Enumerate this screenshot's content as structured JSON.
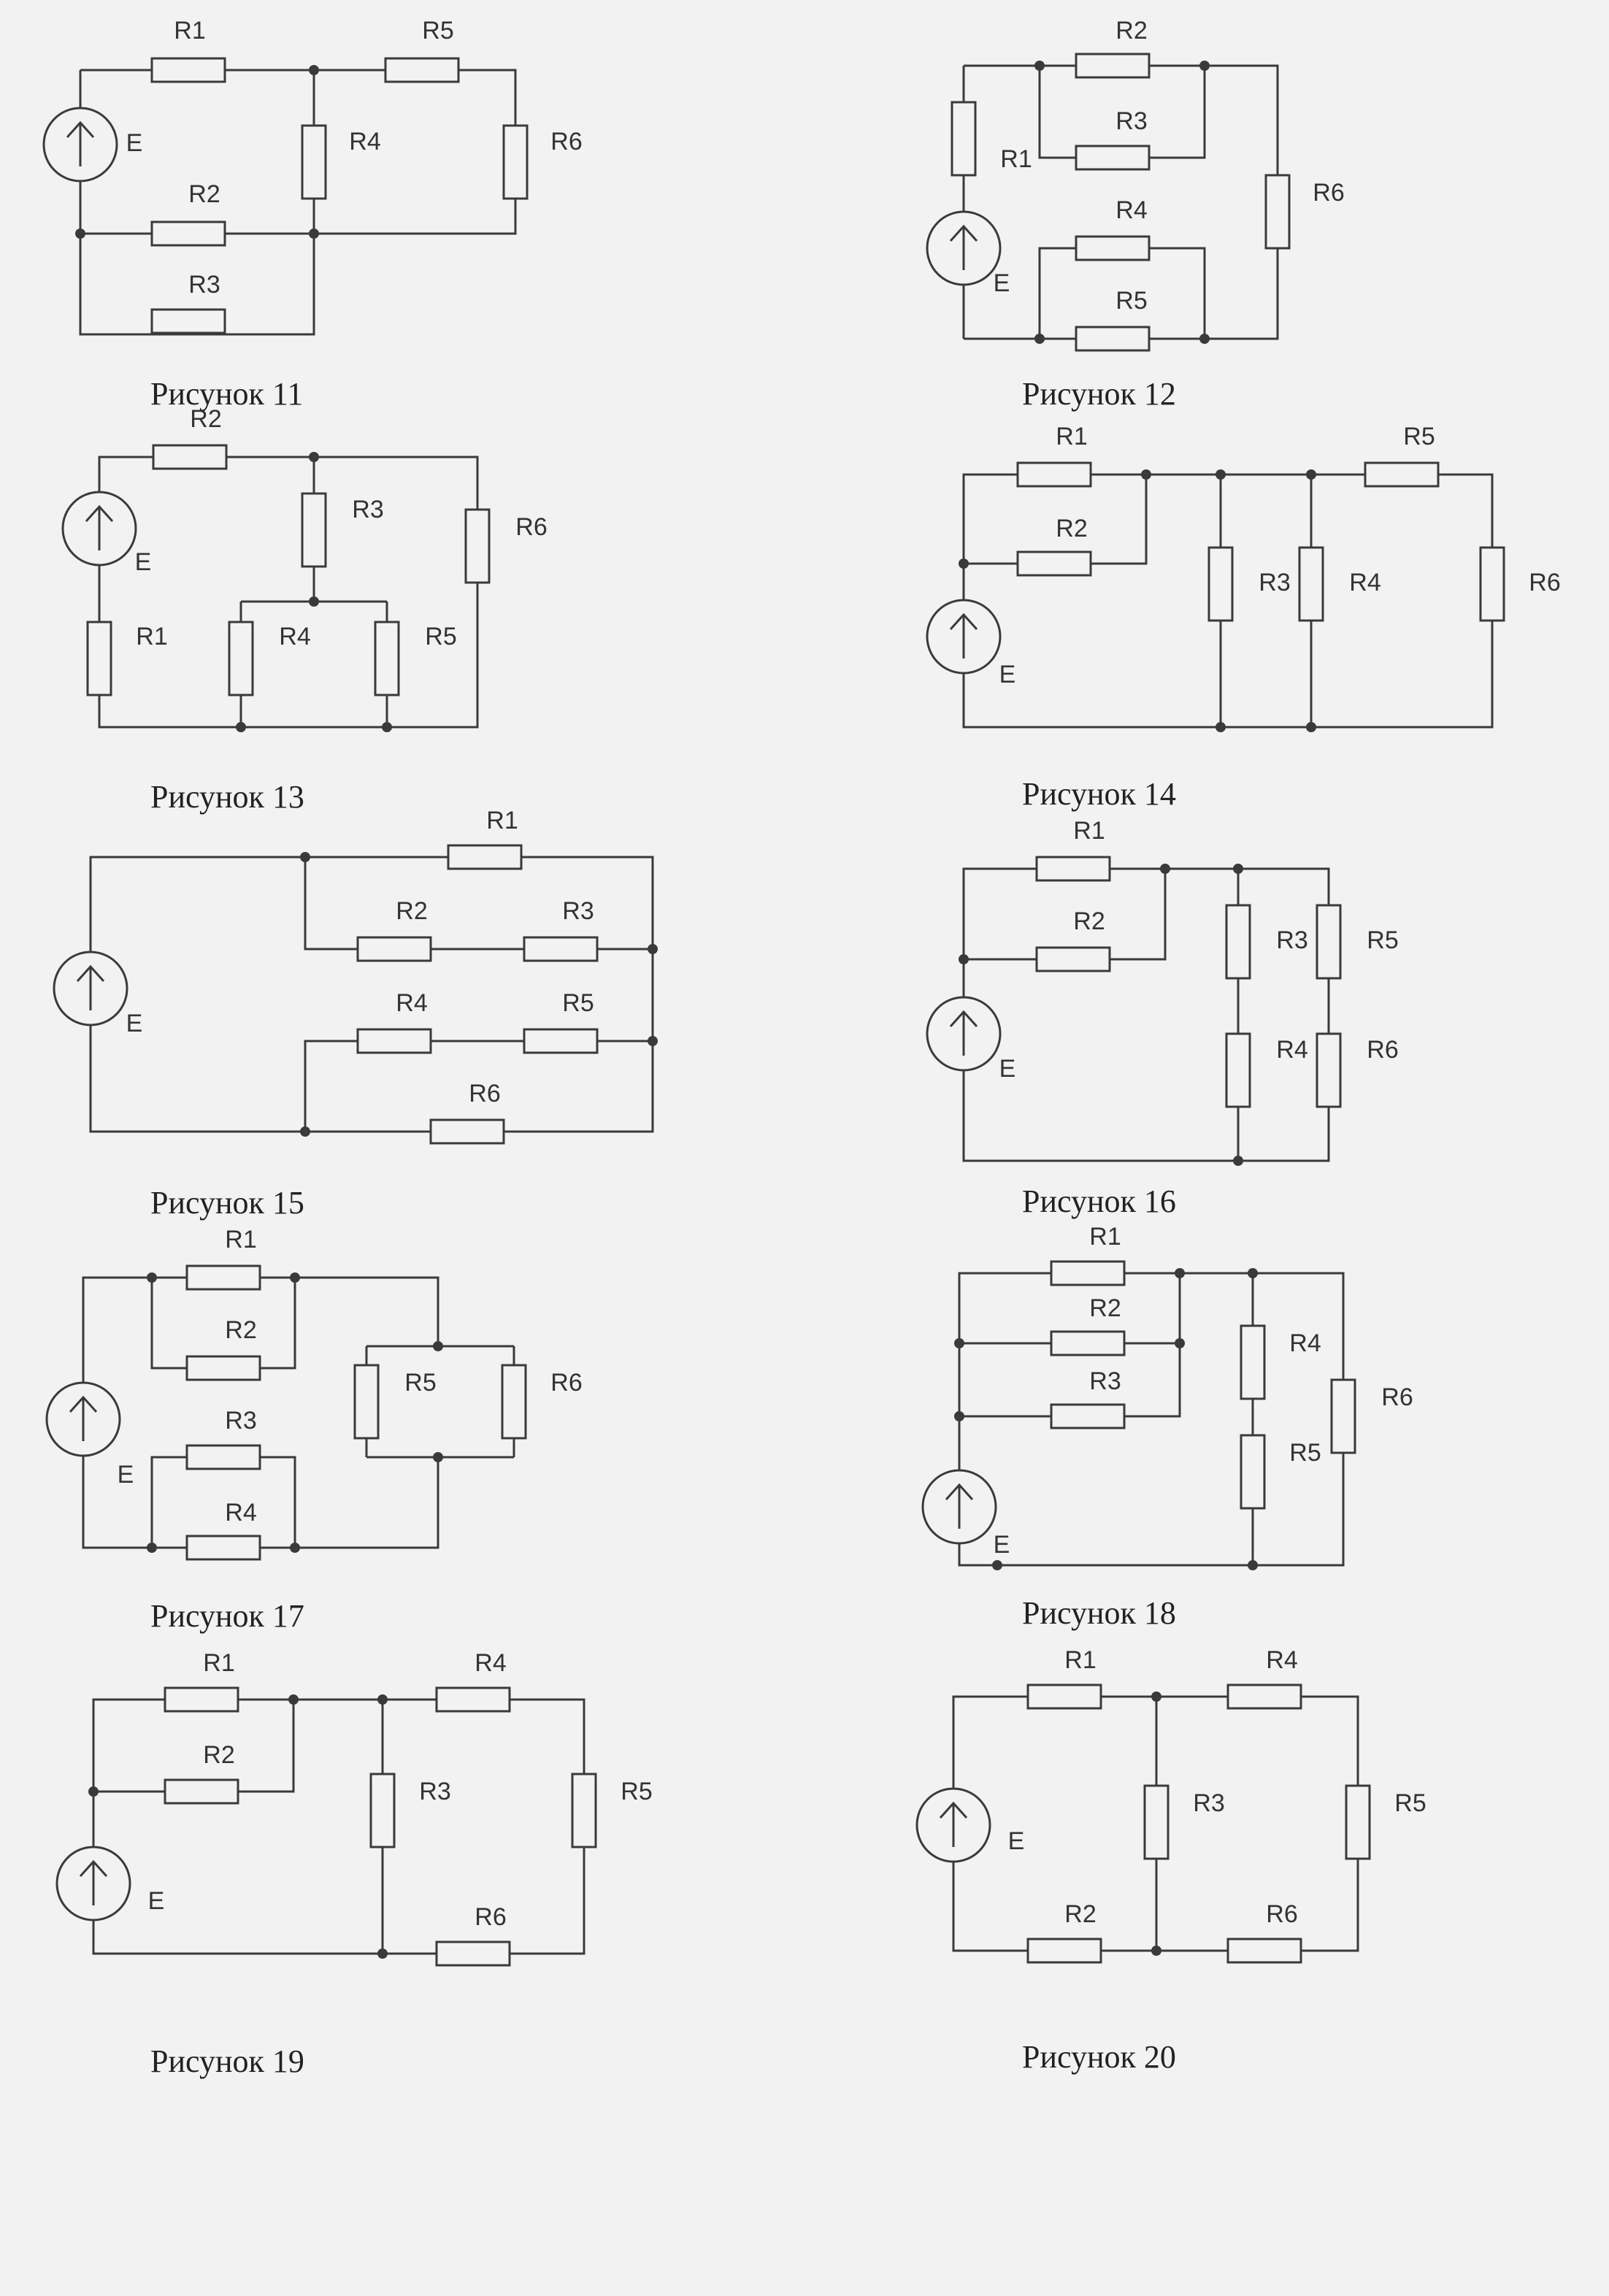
{
  "figures": [
    {
      "caption": "Рисунок 11",
      "labels": {
        "R1": "R1",
        "R2": "R2",
        "R3": "R3",
        "R4": "R4",
        "R5": "R5",
        "R6": "R6",
        "E": "E"
      }
    },
    {
      "caption": "Рисунок 12",
      "labels": {
        "R1": "R1",
        "R2": "R2",
        "R3": "R3",
        "R4": "R4",
        "R5": "R5",
        "R6": "R6",
        "E": "E"
      }
    },
    {
      "caption": "Рисунок 13",
      "labels": {
        "R1": "R1",
        "R2": "R2",
        "R3": "R3",
        "R4": "R4",
        "R5": "R5",
        "R6": "R6",
        "E": "E"
      }
    },
    {
      "caption": "Рисунок 14",
      "labels": {
        "R1": "R1",
        "R2": "R2",
        "R3": "R3",
        "R4": "R4",
        "R5": "R5",
        "R6": "R6",
        "E": "E"
      }
    },
    {
      "caption": "Рисунок 15",
      "labels": {
        "R1": "R1",
        "R2": "R2",
        "R3": "R3",
        "R4": "R4",
        "R5": "R5",
        "R6": "R6",
        "E": "E"
      }
    },
    {
      "caption": "Рисунок 16",
      "labels": {
        "R1": "R1",
        "R2": "R2",
        "R3": "R3",
        "R4": "R4",
        "R5": "R5",
        "R6": "R6",
        "E": "E"
      }
    },
    {
      "caption": "Рисунок 17",
      "labels": {
        "R1": "R1",
        "R2": "R2",
        "R3": "R3",
        "R4": "R4",
        "R5": "R5",
        "R6": "R6",
        "E": "E"
      }
    },
    {
      "caption": "Рисунок 18",
      "labels": {
        "R1": "R1",
        "R2": "R2",
        "R3": "R3",
        "R4": "R4",
        "R5": "R5",
        "R6": "R6",
        "E": "E"
      }
    },
    {
      "caption": "Рисунок 19",
      "labels": {
        "R1": "R1",
        "R2": "R2",
        "R3": "R3",
        "R4": "R4",
        "R5": "R5",
        "R6": "R6",
        "E": "E"
      }
    },
    {
      "caption": "Рисунок 20",
      "labels": {
        "R1": "R1",
        "R2": "R2",
        "R3": "R3",
        "R4": "R4",
        "R5": "R5",
        "R6": "R6",
        "E": "E"
      }
    }
  ]
}
